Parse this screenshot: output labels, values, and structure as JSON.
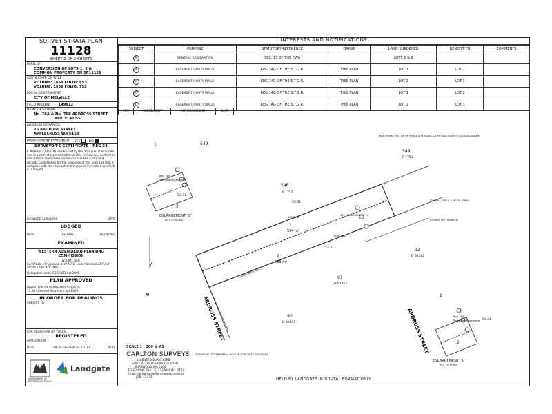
{
  "left": {
    "header": {
      "title1": "SURVEY-STRATA PLAN",
      "number": "11128",
      "sheet": "SHEET 2 OF 2 SHEETS"
    },
    "plan_of": {
      "label": "PLAN OF",
      "line1": "CONVERSION OF LOTS 1, 2 &",
      "line2": "COMMON PROPERTY ON SP11128"
    },
    "title": {
      "label": "CERTIFICATE OF TITLE",
      "line1": "VOLUME: 1658 FOLIO: 853",
      "line2": "VOLUME: 1659 FOLIO: 752"
    },
    "lg": {
      "label": "LOCAL GOVERNMENT",
      "value": "CITY OF MELVILLE"
    },
    "field": {
      "label": "FIELD RECORD",
      "value": "149912"
    },
    "scheme": {
      "label": "NAME OF SCHEME",
      "line1": "No. 76A & No. 76B ARDROSS STREET,",
      "line2": "APPLECROSS."
    },
    "parcel": {
      "label": "ADDRESS OF PARCEL",
      "line1": "76 ARDROSS STREET",
      "line2": "APPLECROSS WA 6153"
    },
    "mgmt": {
      "label": "MANAGEMENT STATEMENT",
      "yes": "YES",
      "no": "NO"
    },
    "surveyor": {
      "title": "SURVEYOR'S CERTIFICATE - REG 54",
      "body": "I, MURRAY CARLTON hereby certify that this plan is accurate and is a correct representation of the - (a) survey, and/or (b) calculations from measurements recorded in the field records. undertaken for the purposes of this plan and that it complies with the relevant written law(s) in relation to which it is lodged.",
      "sig_label": "LICENSED SURVEYOR",
      "date_label": "DATE"
    },
    "lodged": {
      "label": "LODGED",
      "date": "DATE",
      "fee": "FEE PAID",
      "agent": "AGENT No."
    },
    "examined": {
      "label": "EXAMINED"
    },
    "wapc": {
      "title": "WESTERN AUSTRALIAN PLANNING COMMISSION",
      "sub": "W.A.P.C. REF:",
      "body": "Certificate of Approval of W.A.P.C. under Section 25(1) of Strata Titles Act 1985",
      "delegated": "Delegated under S.16 P&D Act 2005"
    },
    "approved": {
      "label": "PLAN APPROVED",
      "inspector": "INSPECTOR OF PLANS AND SURVEYS",
      "sub": "15.28 Licensed Surveyors Act 1909"
    },
    "order": {
      "label": "IN ORDER FOR DEALINGS",
      "sub": "SUBJECT TO"
    },
    "registered": {
      "for_reg": "FOR REGISTRAR OF TITLES",
      "label": "REGISTERED",
      "application": "APPLICATION",
      "date": "DATE",
      "seal": "SEAL"
    },
    "landgate": "Landgate",
    "gov": "GOVERNMENT OF WESTERN AUSTRALIA"
  },
  "interests": {
    "title": "INTERESTS AND NOTIFICATIONS",
    "columns": [
      "SUBJECT",
      "PURPOSE",
      "STATUTORY REFERENCE",
      "ORIGIN",
      "LAND BURDENED",
      "BENEFIT TO",
      "COMMENTS"
    ],
    "rows": [
      {
        "subject": "N",
        "purpose": "GENERAL RESERVATION",
        "ref": "SEC. 15 OF THE PWA",
        "origin": "",
        "burdened": "LOTS 1 & 2",
        "benefit": "",
        "comments": ""
      },
      {
        "subject": "A",
        "purpose": "EASEMENT (PARTY WALL)",
        "ref": "REG 14G OF THE S.T.G.R.",
        "origin": "THIS PLAN",
        "burdened": "LOT 1",
        "benefit": "LOT 2",
        "comments": ""
      },
      {
        "subject": "B",
        "purpose": "EASEMENT (PARTY WALL)",
        "ref": "REG 14G OF THE S.T.G.R.",
        "origin": "THIS PLAN",
        "burdened": "LOT 2",
        "benefit": "LOT 1",
        "comments": ""
      },
      {
        "subject": "C",
        "purpose": "EASEMENT (PARTY WALL)",
        "ref": "REG 14G OF THE S.T.G.R.",
        "origin": "THIS PLAN",
        "burdened": "LOT 1",
        "benefit": "LOT 2",
        "comments": ""
      },
      {
        "subject": "D",
        "purpose": "EASEMENT (PARTY WALL)",
        "ref": "REG 14G OF THE S.T.G.R.",
        "origin": "THIS PLAN",
        "burdened": "LOT 2",
        "benefit": "LOT 1",
        "comments": ""
      }
    ],
    "version_cols": [
      "VER",
      "AMENDMENT",
      "AUTHORISED BY",
      "DATE"
    ]
  },
  "plan": {
    "lot546": "546",
    "lot546p": "P 1751",
    "lot549": "549",
    "lot549p": "P 1751",
    "lot1": "1",
    "lot1area": "534 m²",
    "lot2": "2",
    "lot2area": "538 m²",
    "lot92": "92",
    "lot92d": "D 91362",
    "lot91": "91",
    "lot91d": "D 91362",
    "lot90": "90",
    "lot90d": "D 90895",
    "street": "ARDROSS STREET",
    "enl2_label": "ENLARGEMENT \"2\"",
    "enl1_label": "ENLARGEMENT \"1\"",
    "not_to_scale": "NOT TO SCALE",
    "north": "N",
    "dim_top": "53.31",
    "dim_mid": "53.31",
    "dim_bottom": "53.31",
    "brick_wall": "HIGH BRICK WALL",
    "building": "BUILDING",
    "see_enl": "SEE ENLARGEMENT \"1\"",
    "corner": "CORNER NOT MARKED",
    "paint_mark": "PAINT MARK ON TOP OF FENCE & PLACING 0.6 PRODUCTION OF EDGE BOUNDARY",
    "drill_hole": "DRILL HOLE IN CONCRETE FOOTPATH",
    "tendered": "TENDERED LETTERBOX",
    "brick_metal": "TIMBER - BRICK & METAL SHED",
    "party_wall": "Party Wall Easements",
    "reg": "Reg 14G"
  },
  "scale": "SCALE 1 : 300 @ A3",
  "firm": {
    "name": "CARLTON SURVEYS",
    "sub": "LICENSED SURVEYORS",
    "addr1": "SUITE 4, 168 BURSWOOD ROAD",
    "addr2": "BURSWOOD WA 6100",
    "tel": "TELEPHONE 6361 5333 FAX 6361 2437",
    "email": "Email: carlton@carlton-surveys.com.au",
    "job": "JOB: 15333"
  },
  "digital": "HELD BY LANDGATE IN DIGITAL FORMAT ONLY"
}
